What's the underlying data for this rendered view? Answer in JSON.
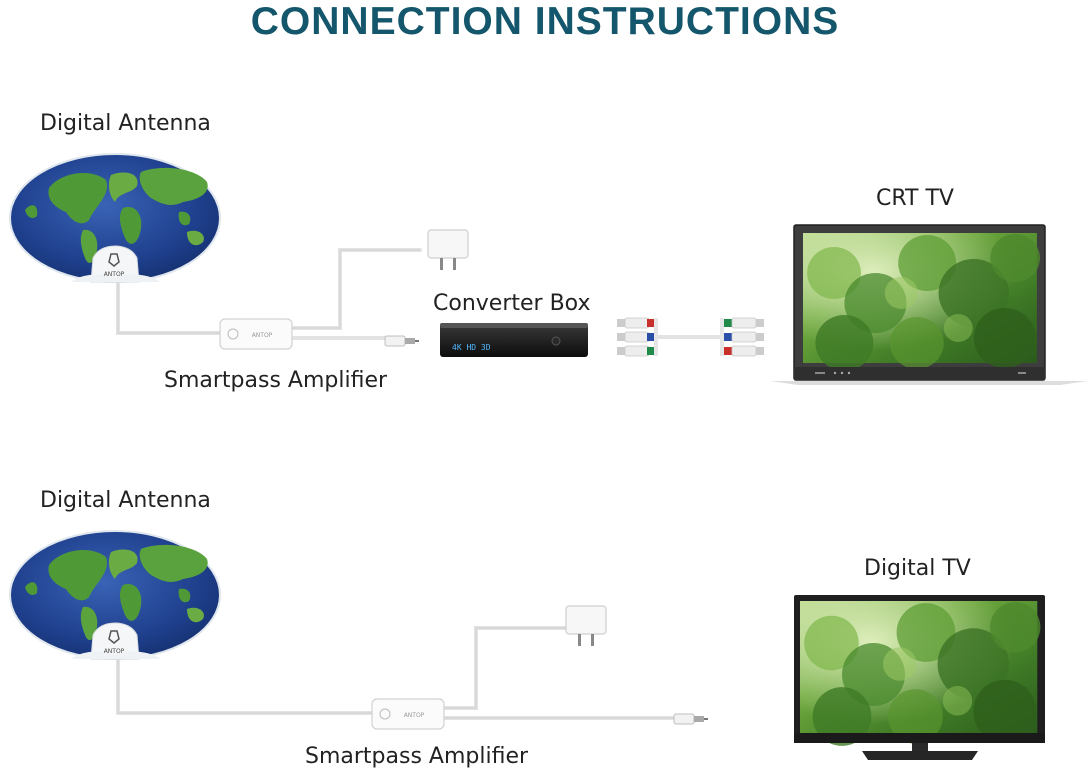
{
  "title": "CONNECTION INSTRUCTIONS",
  "diagram1": {
    "antenna_label": "Digital Antenna",
    "antenna_logo": "ANTOP",
    "amplifier_label": "Smartpass Amplifier",
    "amplifier_logo": "ANTOP",
    "converter_label": "Converter Box",
    "converter_display": "4K HD 3D",
    "tv_label": "CRT TV"
  },
  "diagram2": {
    "antenna_label": "Digital Antenna",
    "antenna_logo": "ANTOP",
    "amplifier_label": "Smartpass Amplifier",
    "amplifier_logo": "ANTOP",
    "tv_label": "Digital TV"
  },
  "colors": {
    "title": "#14566b",
    "ocean": "#1e3f8c",
    "land": "#4f9a37",
    "rca_green": "#1f8a4a",
    "rca_blue": "#2a4fa8",
    "rca_red": "#c8302c"
  }
}
